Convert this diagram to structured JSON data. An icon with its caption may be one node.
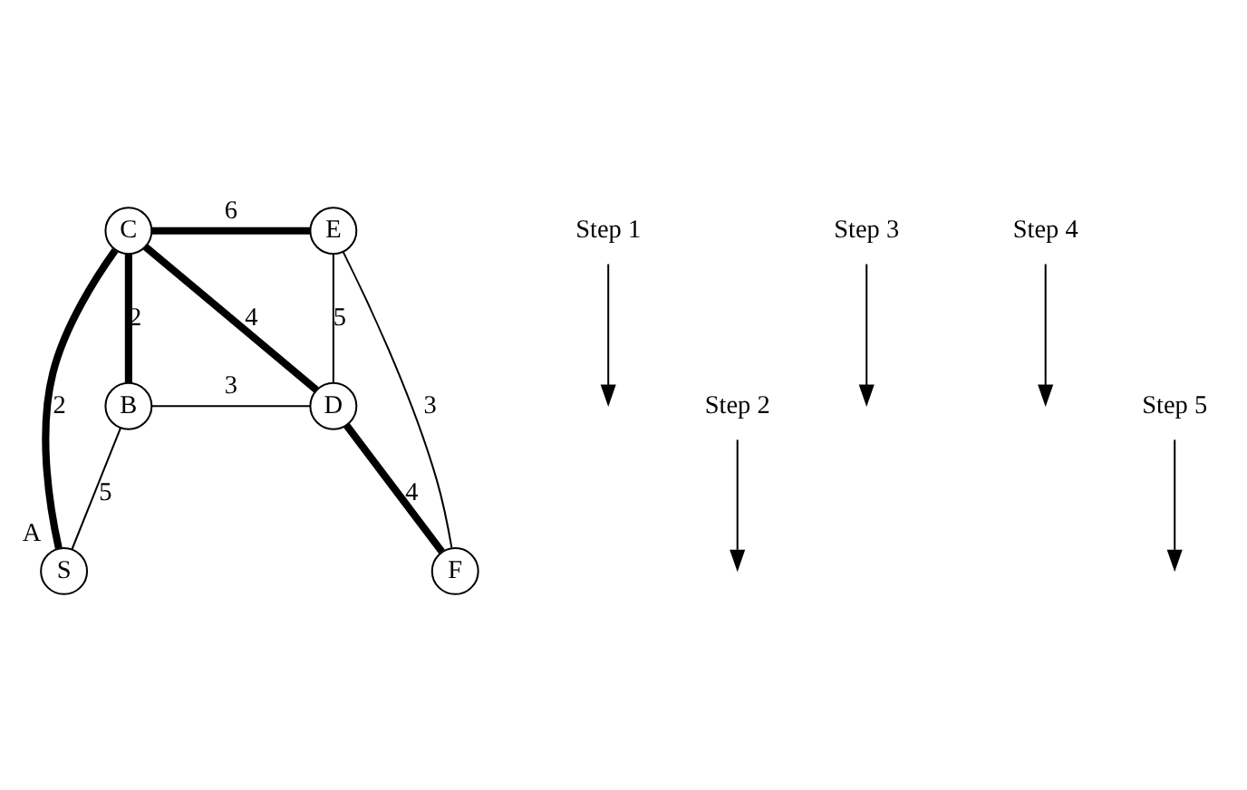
{
  "diagram": {
    "nodes": [
      {
        "text": [
          "C"
        ]
      },
      {
        "text": [
          "E"
        ]
      },
      {
        "text": [
          "S"
        ],
        "beside": [
          "A"
        ]
      },
      {
        "text": [
          "F"
        ]
      },
      {
        "text": [
          "B"
        ]
      },
      {
        "text": [
          "D"
        ]
      },
      {
        "text": [
          "Step 1"
        ]
      },
      {
        "text": [
          "Step 2"
        ]
      },
      {
        "text": [
          "Step 3"
        ]
      },
      {
        "text": [
          "Step 4"
        ]
      },
      {
        "text": [
          "Step 5"
        ]
      }
    ],
    "edges": [
      {
        "from": 2,
        "to": 0,
        "arrow": "none",
        "label": "2",
        "style": "thick"
      },
      {
        "from": 0,
        "to": 1,
        "arrow": "none",
        "label": "6",
        "style": "thick"
      },
      {
        "from": 0,
        "to": 4,
        "arrow": "none",
        "label": "2",
        "style": "thick"
      },
      {
        "from": 0,
        "to": 5,
        "arrow": "none",
        "label": "4",
        "style": "thick"
      },
      {
        "from": 1,
        "to": 5,
        "arrow": "none",
        "label": "5"
      },
      {
        "from": 1,
        "to": 3,
        "arrow": "none",
        "label": "3"
      },
      {
        "from": 2,
        "to": 4,
        "arrow": "none",
        "label": "5"
      },
      {
        "from": 4,
        "to": 5,
        "arrow": "none",
        "label": "3"
      },
      {
        "from": 5,
        "to": 3,
        "arrow": "none",
        "label": "4",
        "style": "thick"
      },
      {
        "from": 6,
        "to": null,
        "arrow": "to"
      },
      {
        "from": 7,
        "to": null,
        "arrow": "to"
      },
      {
        "from": 8,
        "to": null,
        "arrow": "to"
      },
      {
        "from": 9,
        "to": null,
        "arrow": "to"
      },
      {
        "from": 10,
        "to": null,
        "arrow": "to"
      }
    ]
  }
}
